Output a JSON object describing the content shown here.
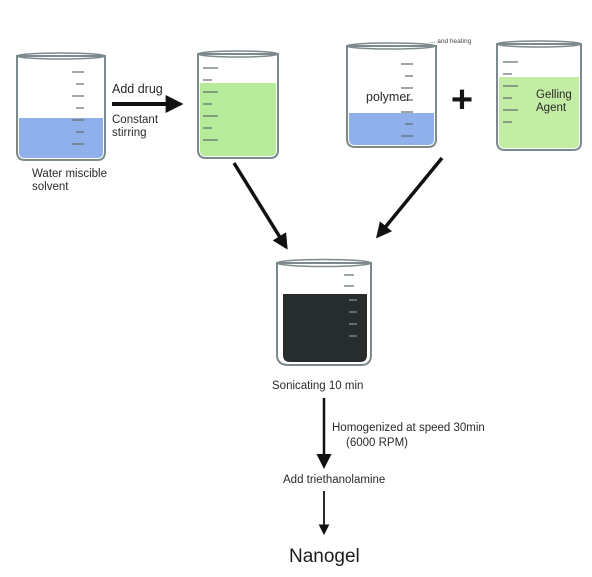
{
  "steps": {
    "solvent_label": "Water miscible solvent",
    "add_drug": "Add drug",
    "constant_stirring": "Constant stirring",
    "polymer_label": "polymer",
    "plus_sign": "+",
    "gelling_agent": "Gelling Agent",
    "top_note": "... and heating",
    "sonicating": "Sonicating 10 min",
    "homogenized": "Homogenized at speed 30min",
    "rpm": "(6000 RPM)",
    "add_triethanolamine": "Add triethanolamine",
    "result": "Nanogel"
  },
  "colors": {
    "solvent_liquid": "#8fb0ea",
    "drug_solution": "#b6eb9a",
    "polymer_liquid": "#8fb0ea",
    "gelling_liquid": "#c3eca5",
    "sonicated_liquid": "#262d2c",
    "arrow": "#111111"
  }
}
